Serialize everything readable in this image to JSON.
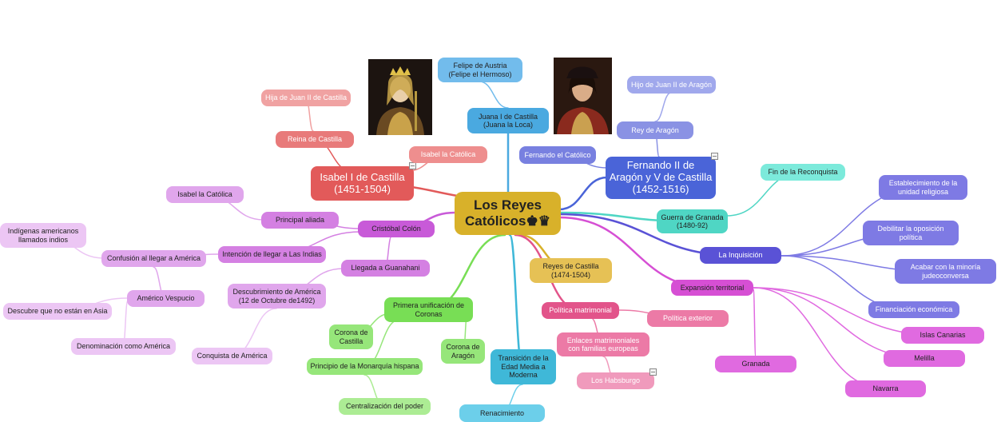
{
  "center": {
    "line1": "Los Reyes",
    "line2": "Católicos♚♛"
  },
  "isabel": {
    "title": "Isabel I de Castilla",
    "years": "(1451-1504)",
    "hija": "Hija de Juan II de Castilla",
    "reina": "Reina de Castilla",
    "apodo": "Isabel la Católica"
  },
  "juana": {
    "felipe_line1": "Felipe de Austria",
    "felipe_line2": "(Felipe el Hermoso)",
    "line1": "Juana I de Castilla",
    "line2": "(Juana la Loca)"
  },
  "fernando": {
    "line1": "Fernando II de",
    "line2": "Aragón y V de Castilla",
    "line3": "(1452-1516)",
    "hijo": "Hijo de Juan II de Aragón",
    "rey": "Rey de Aragón",
    "apodo": "Fernando el Católico"
  },
  "granada": {
    "fin": "Fin de la Reconquista",
    "line1": "Guerra de Granada",
    "line2": "(1480-92)"
  },
  "inquisicion": {
    "label": "La Inquisición",
    "items": [
      [
        "Establecimiento de la",
        "unidad religiosa"
      ],
      [
        "Debilitar la oposición",
        "política"
      ],
      [
        "Acabar con la minoría",
        "judeoconversa"
      ],
      [
        "Financiación económica"
      ]
    ]
  },
  "expansion": {
    "label": "Expansión territorial",
    "items": [
      "Islas Canarias",
      "Melilla",
      "Navarra",
      "Granada"
    ]
  },
  "reyes_castilla": {
    "line1": "Reyes de Castilla",
    "line2": "(1474-1504)"
  },
  "politica": {
    "label": "Política matrimonial",
    "exterior": "Política exterior",
    "enlaces_line1": "Enlaces matrimoniales",
    "enlaces_line2": "con familias europeas",
    "habsburgo": "Los Habsburgo"
  },
  "transicion": {
    "line1": "Transición de la",
    "line2": "Edad Media a",
    "line3": "Moderna",
    "renacimiento": "Renacimiento"
  },
  "unificacion": {
    "line1": "Primera unificación de",
    "line2": "Coronas",
    "castilla_line1": "Corona de",
    "castilla_line2": "Castilla",
    "aragon_line1": "Corona de",
    "aragon_line2": "Aragón",
    "principio": "Principio de la Monarquía hispana",
    "centralizacion": "Centralización del poder"
  },
  "colon": {
    "label": "Cristóbal Colón",
    "aliada": "Principal aliada",
    "isabel": "Isabel la Católica",
    "intencion": "Intención de llegar a Las Indias",
    "confusion": "Confusión al llegar a América",
    "indigenas_line1": "Indígenas americanos",
    "indigenas_line2": "llamados indios",
    "vespucio": "Américo Vespucio",
    "descubre": "Descubre que no están en Asia",
    "denominacion": "Denominación como América",
    "guanahani": "Llegada a Guanahani",
    "descubrimiento_line1": "Descubrimiento de América",
    "descubrimiento_line2": "(12 de Octubre de1492)",
    "conquista": "Conquista de América"
  },
  "colors": {
    "center": "#d8b12a",
    "isabel": "#e25a5a",
    "juana": "#4aa9e0",
    "fernando": "#4a64d8",
    "granada": "#4fd6c4",
    "inquisicion": "#5a52d6",
    "expansion": "#d64fd4",
    "politica": "#e2548a",
    "transicion": "#3fb8d8",
    "unificacion": "#78de55",
    "colon": "#c85ad8"
  }
}
